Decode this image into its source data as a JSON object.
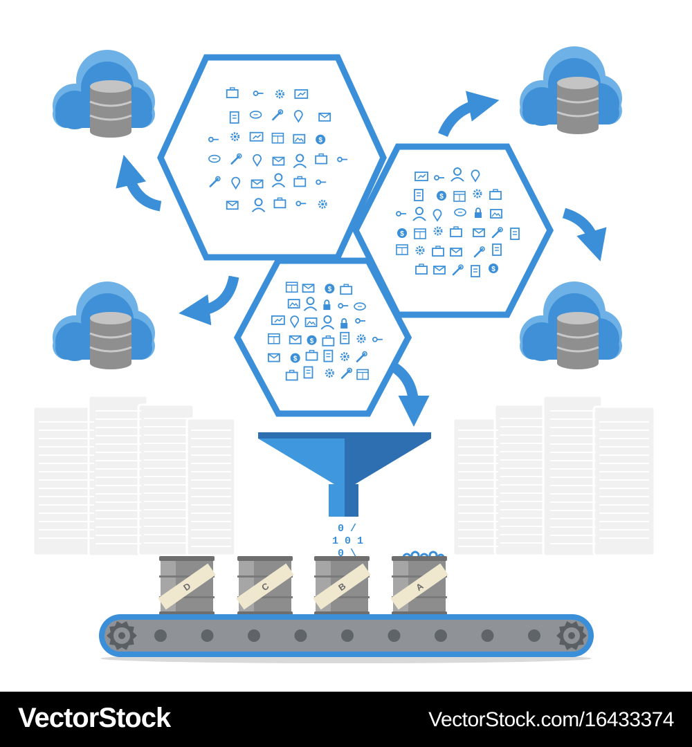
{
  "colors": {
    "accent_blue": "#3a8fd8",
    "cloud_light": "#6db1e6",
    "cloud_dark": "#3f90d6",
    "funnel_light": "#3f97de",
    "funnel_dark": "#2d6fb0",
    "barrel_grey": "#8d8d8d",
    "belt_grey": "#6f7a85",
    "server_ghost": "#eeeeee",
    "footer_bg": "#000000"
  },
  "icons": [
    "cloud-database-icon",
    "hexagon-data-cluster",
    "curved-arrow-icon",
    "funnel-icon",
    "binary-data-icon",
    "barrel-icon",
    "conveyor-belt-icon",
    "gear-icon",
    "server-rack-icon"
  ],
  "barrels": [
    {
      "label": "D"
    },
    {
      "label": "C"
    },
    {
      "label": "B"
    },
    {
      "label": "A"
    }
  ],
  "binary": {
    "line1": "0 /",
    "line2": "1 0 1",
    "line3": "0 \\"
  },
  "watermark": {
    "brand": "VectorStock",
    "image_id": "VectorStock.com/16433374"
  }
}
